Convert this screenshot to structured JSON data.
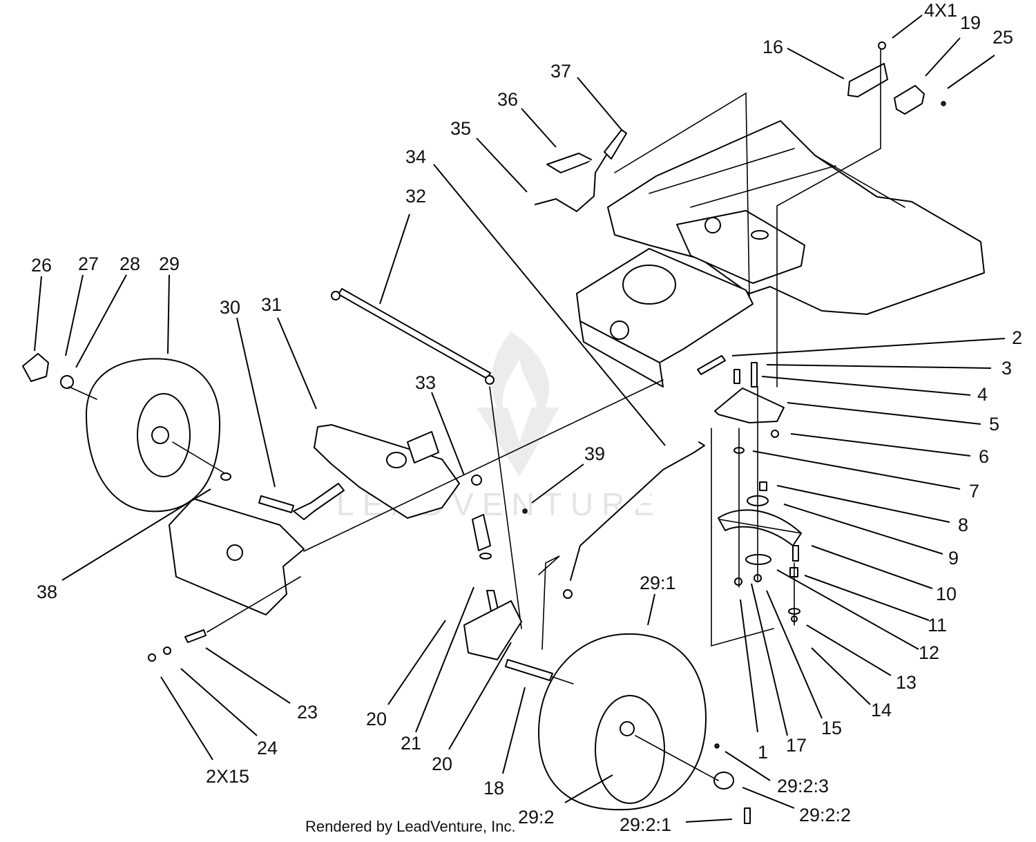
{
  "diagram": {
    "callouts": [
      {
        "id": "c4x1",
        "text": "4X1"
      },
      {
        "id": "c19",
        "text": "19"
      },
      {
        "id": "c25",
        "text": "25"
      },
      {
        "id": "c16",
        "text": "16"
      },
      {
        "id": "c37",
        "text": "37"
      },
      {
        "id": "c36",
        "text": "36"
      },
      {
        "id": "c35",
        "text": "35"
      },
      {
        "id": "c34",
        "text": "34"
      },
      {
        "id": "c32",
        "text": "32"
      },
      {
        "id": "c26",
        "text": "26"
      },
      {
        "id": "c27",
        "text": "27"
      },
      {
        "id": "c28",
        "text": "28"
      },
      {
        "id": "c29",
        "text": "29"
      },
      {
        "id": "c30",
        "text": "30"
      },
      {
        "id": "c31",
        "text": "31"
      },
      {
        "id": "c33",
        "text": "33"
      },
      {
        "id": "c39",
        "text": "39"
      },
      {
        "id": "c2",
        "text": "2"
      },
      {
        "id": "c3",
        "text": "3"
      },
      {
        "id": "c4",
        "text": "4"
      },
      {
        "id": "c5",
        "text": "5"
      },
      {
        "id": "c6",
        "text": "6"
      },
      {
        "id": "c7",
        "text": "7"
      },
      {
        "id": "c8",
        "text": "8"
      },
      {
        "id": "c9",
        "text": "9"
      },
      {
        "id": "c10",
        "text": "10"
      },
      {
        "id": "c11",
        "text": "11"
      },
      {
        "id": "c12",
        "text": "12"
      },
      {
        "id": "c13",
        "text": "13"
      },
      {
        "id": "c14",
        "text": "14"
      },
      {
        "id": "c15",
        "text": "15"
      },
      {
        "id": "c17",
        "text": "17"
      },
      {
        "id": "c1",
        "text": "1"
      },
      {
        "id": "c38",
        "text": "38"
      },
      {
        "id": "c29-1",
        "text": "29:1"
      },
      {
        "id": "c20a",
        "text": "20"
      },
      {
        "id": "c21",
        "text": "21"
      },
      {
        "id": "c20b",
        "text": "20"
      },
      {
        "id": "c18",
        "text": "18"
      },
      {
        "id": "c23",
        "text": "23"
      },
      {
        "id": "c24",
        "text": "24"
      },
      {
        "id": "c2x15",
        "text": "2X15"
      },
      {
        "id": "c29-2",
        "text": "29:2"
      },
      {
        "id": "c29-2-1",
        "text": "29:2:1"
      },
      {
        "id": "c29-2-2",
        "text": "29:2:2"
      },
      {
        "id": "c29-2-3",
        "text": "29:2:3"
      }
    ],
    "watermark": "LEADVENTURE",
    "credit": "Rendered by LeadVenture, Inc."
  }
}
